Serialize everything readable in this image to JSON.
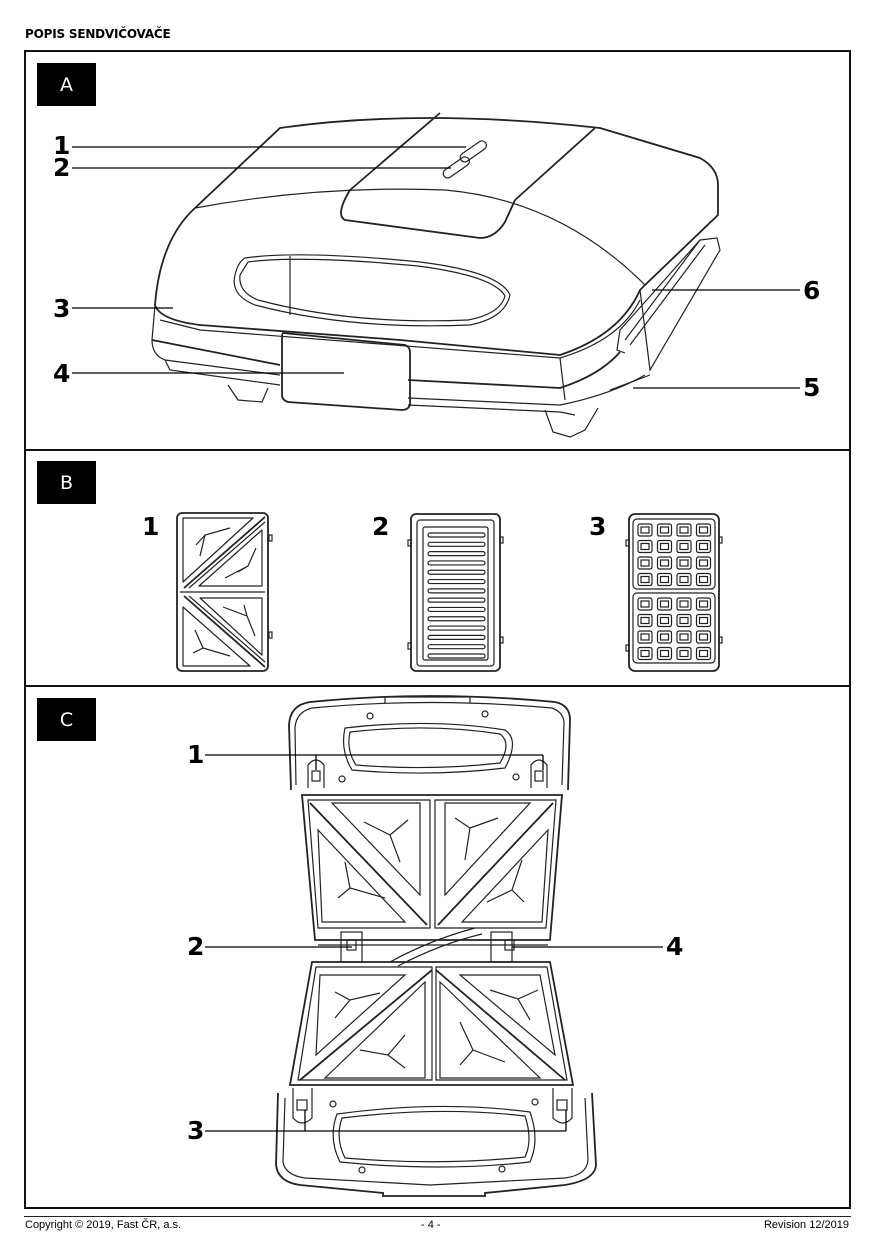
{
  "heading": "POPIS SENDVIČOVAČE",
  "sections": [
    {
      "label": "A",
      "callouts": [
        "1",
        "2",
        "3",
        "4",
        "5",
        "6"
      ]
    },
    {
      "label": "B",
      "callouts": [
        "1",
        "2",
        "3"
      ]
    },
    {
      "label": "C",
      "callouts": [
        "1",
        "2",
        "3",
        "4"
      ]
    }
  ],
  "plates": {
    "grill_grooves": 14,
    "waffle_grid": {
      "blocks": 2,
      "rows": 4,
      "cols": 4
    }
  },
  "footer": {
    "copyright": "Copyright © 2019, Fast ČR, a.s.",
    "page": "- 4 -",
    "revision": "Revision 12/2019"
  }
}
